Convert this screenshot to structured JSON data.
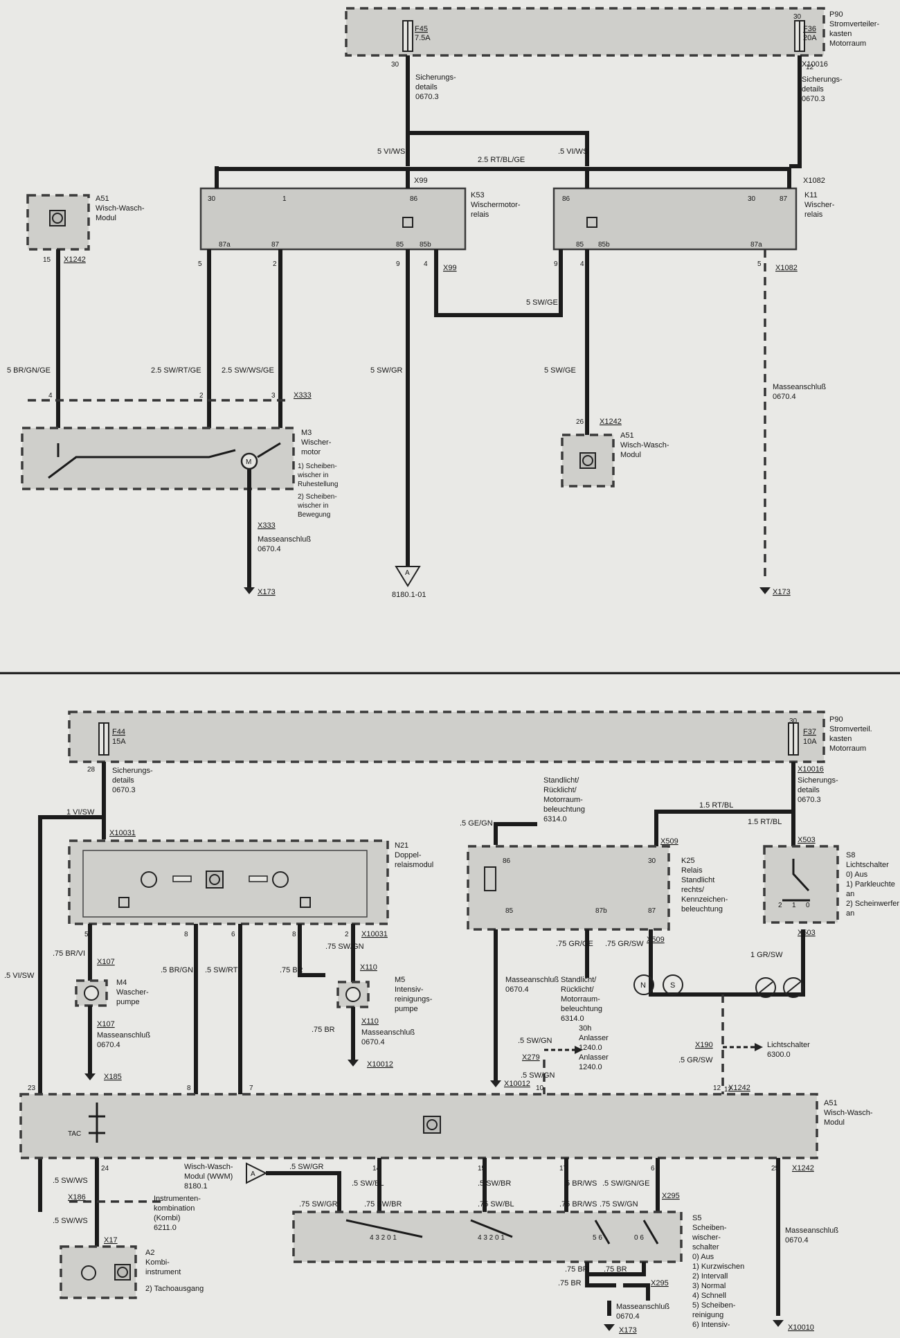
{
  "top": {
    "fuse_box": {
      "id": "P90",
      "desc": [
        "Stromverteiler-",
        "kasten",
        "Motorraum"
      ]
    },
    "fuse_f45": {
      "id": "F45",
      "rating": "7.5A",
      "pin": "30"
    },
    "fuse_f36": {
      "id": "F36",
      "rating": "20A",
      "pin": "30"
    },
    "fuse_ref_left": [
      "Sicherungs-",
      "details",
      "0670.3"
    ],
    "fuse_ref_right": [
      "Sicherungs-",
      "details",
      "0670.3"
    ],
    "conn_x10016": {
      "id": "X10016",
      "pin": "12"
    },
    "wires": {
      "w1": "5 VI/WS",
      "w2": "2.5 RT/BL/GE",
      "w3": ".5 VI/WS",
      "w4": "5 SW/GE",
      "w5": "5 BR/GN/GE",
      "w6": "2.5 SW/RT/GE",
      "w7": "2.5 SW/WS/GE",
      "w8": "5 SW/GR",
      "w9": "5 SW/GE"
    },
    "k53": {
      "id": "K53",
      "desc": [
        "Wischermotor-",
        "relais"
      ],
      "conn": "X99"
    },
    "k11": {
      "id": "K11",
      "desc": [
        "Wischer-",
        "relais"
      ],
      "conn": "X1082"
    },
    "a51_left": {
      "id": "A51",
      "desc": [
        "Wisch-Wasch-",
        "Modul"
      ],
      "pin": "15",
      "conn": "X1242"
    },
    "a51_mid": {
      "id": "A51",
      "desc": [
        "Wisch-Wasch-",
        "Modul"
      ],
      "pin": "26",
      "conn": "X1242"
    },
    "m3": {
      "id": "M3",
      "desc": [
        "Wischer-",
        "motor"
      ],
      "notes": [
        "1)  Scheiben-",
        "     wischer in",
        "     Ruhestellung",
        "2)  Scheiben-",
        "     wischer in",
        "     Bewegung"
      ],
      "conn": "X333"
    },
    "ground_left": {
      "conn": "X333",
      "desc": [
        "Masseanschluß",
        "0670.4"
      ],
      "x": "X173"
    },
    "ground_right": {
      "desc": [
        "Masseanschluß",
        "0670.4"
      ],
      "x": "X173"
    },
    "ref_arrow": {
      "letter": "A",
      "ref": "8180.1-01"
    }
  },
  "bottom": {
    "fuse_box": {
      "id": "P90",
      "desc": [
        "Stromverteil.",
        "kasten",
        "Motorraum"
      ]
    },
    "fuse_f44": {
      "id": "F44",
      "rating": "15A",
      "pin": "28"
    },
    "fuse_f37": {
      "id": "F37",
      "rating": "10A",
      "pin": "30"
    },
    "fuse_ref_left": [
      "Sicherungs-",
      "details",
      "0670.3"
    ],
    "fuse_ref_right": [
      "Sicherungs-",
      "details",
      "0670.3"
    ],
    "wires": {
      "w1": "1 VI/SW",
      "w2": ".5 VI/SW",
      "w3": ".75 BR/VI",
      "w4": ".5 BR/GN",
      "w5": ".5 SW/RT",
      "w6": ".75 BR",
      "w7": ".75 SW/GN",
      "w8": ".5 GE/GN",
      "w9": "1.5 RT/BL",
      "w10": "1.5 RT/BL",
      "w11": ".75 GR/GE",
      "w12": ".75 GR/SW",
      "w13": "1 GR/SW",
      "w14": ".5 SW/GN",
      "w15": ".5 SW/GN",
      "w16": ".5 GR/SW",
      "w17": ".5 SW/WS",
      "w18": ".5 SW/WS",
      "w19": ".5 SW/GR",
      "w20": ".5 SW/BL",
      "w21": ".5 SW/BR",
      "w22": ".5 BR/WS",
      "w23": ".5 SW/GN/GE",
      "w24": ".75 SW/GR",
      "w25": ".75 SW/BR",
      "w26": ".75 SW/BL",
      "w27": ".75 BR/WS",
      "w28": ".75 SW/GN",
      "w29": ".75 BR",
      "w30": ".75 BR",
      "w31": ".75 BR",
      "w32": ".75 BR"
    },
    "n21": {
      "id": "N21",
      "desc": [
        "Doppel-",
        "relaismodul"
      ],
      "conn": "X10031"
    },
    "m4": {
      "id": "M4",
      "desc": [
        "Wascher-",
        "pumpe"
      ],
      "conn": "X107"
    },
    "m5": {
      "id": "M5",
      "desc": [
        "Intensiv-",
        "reinigungs-",
        "pumpe"
      ],
      "conn": "X110"
    },
    "ground_m4": {
      "desc": [
        "Masseanschluß",
        "0670.4"
      ],
      "conn": "X107"
    },
    "ground_m5": {
      "desc": [
        "Masseanschluß",
        "0670.4"
      ],
      "conn": "X110",
      "x": "X10012"
    },
    "standlicht_top": [
      "Standlicht/",
      "Rücklicht/",
      "Motorraum-",
      "beleuchtung",
      "6314.0"
    ],
    "standlicht_bot": [
      "Standlicht/",
      "Rücklicht/",
      "Motorraum-",
      "beleuchtung",
      "6314.0"
    ],
    "k25": {
      "id": "K25",
      "desc": [
        "Relais",
        "Standlicht",
        "rechts/",
        "Kennzeichen-",
        "beleuchtung"
      ],
      "conn": "X509"
    },
    "s8": {
      "id": "S8",
      "desc": [
        "Lichtschalter",
        "0)  Aus",
        "1)  Parkleuchte",
        "     an",
        "2)  Scheinwerfer",
        "     an"
      ],
      "conn": "X503"
    },
    "ground_k25": {
      "desc": [
        "Masseanschluß",
        "0670.4"
      ],
      "x": "X10012"
    },
    "anlasser": {
      "desc": [
        "30h",
        "Anlasser",
        "1240.0",
        "Anlasser",
        "1240.0"
      ],
      "conn": "X279"
    },
    "lichtschalter_ref": {
      "conn": "X190",
      "desc": [
        "Lichtschalter",
        "6300.0"
      ]
    },
    "a51": {
      "id": "A51",
      "desc": [
        "Wisch-Wasch-",
        "Modul"
      ],
      "conn": "X1242"
    },
    "a51_pins": [
      "23",
      "24",
      "8",
      "7",
      "14",
      "15",
      "17",
      "6",
      "25",
      "12"
    ],
    "x185": "X185",
    "x186": {
      "id": "X186",
      "desc": [
        "Instrumenten-",
        "kombination",
        "(Kombi)",
        "6211.0"
      ]
    },
    "wwm": {
      "desc": [
        "Wisch-Wasch-",
        "Modul (WWM)",
        "8180.1"
      ],
      "letter": "A"
    },
    "a2": {
      "id": "A2",
      "desc": [
        "Kombi-",
        "instrument",
        "2)  Tachoausgang"
      ],
      "conn": "X17"
    },
    "s5": {
      "id": "S5",
      "desc": [
        "Scheiben-",
        "wischer-",
        "schalter",
        "0)  Aus",
        "1)  Kurzwischen",
        "2)  Intervall",
        "3)  Normal",
        "4)  Schnell",
        "5)  Scheiben-",
        "     reinigung",
        "6)  Intensiv-"
      ],
      "conn": "X295"
    },
    "ground_s5": {
      "desc": [
        "Masseanschluß",
        "0670.4"
      ],
      "x": "X173"
    },
    "ground_right": {
      "desc": [
        "Masseanschluß",
        "0670.4"
      ],
      "x": "X10010"
    },
    "symbols": [
      "N",
      "S"
    ]
  }
}
